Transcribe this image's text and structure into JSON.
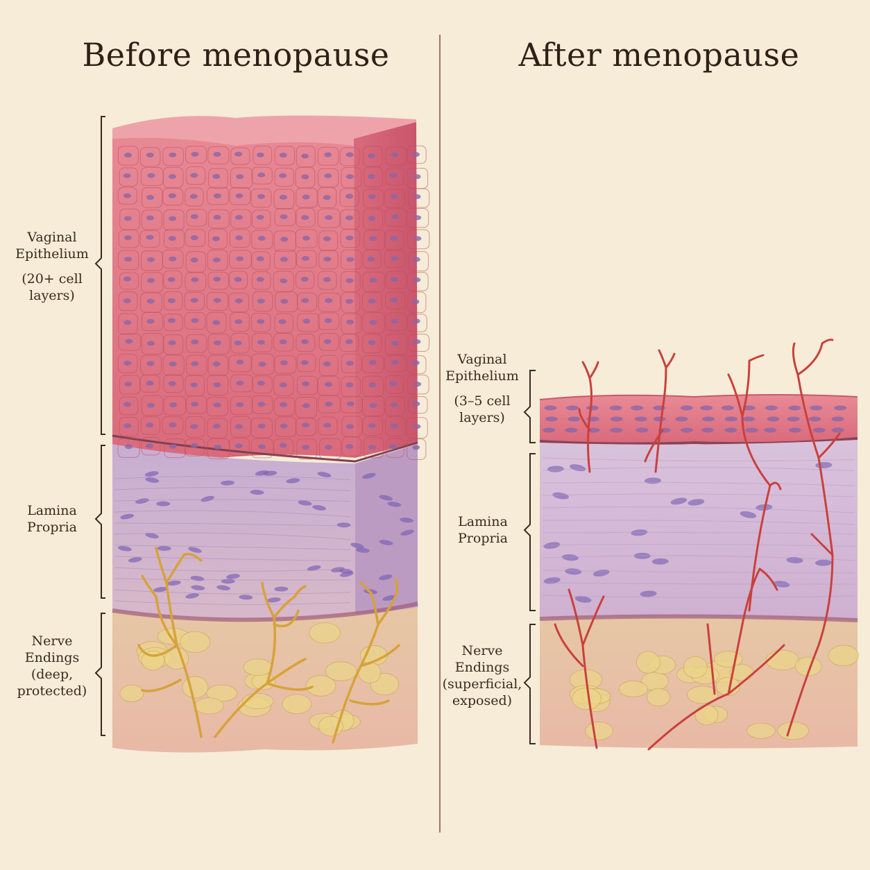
{
  "titles": {
    "before": "Before menopause",
    "after": "After menopause"
  },
  "before_labels": {
    "epithelium": [
      "Vaginal",
      "Epithelium"
    ],
    "epithelium_note": [
      "(20+ cell",
      "layers)"
    ],
    "lamina": [
      "Lamina",
      "Propria"
    ],
    "nerves": [
      "Nerve",
      "Endings",
      "(deep,",
      "protected)"
    ]
  },
  "after_labels": {
    "epithelium": [
      "Vaginal",
      "Epithelium"
    ],
    "epithelium_note": [
      "(3–5 cell",
      "layers)"
    ],
    "lamina": [
      "Lamina",
      "Propria"
    ],
    "nerves": [
      "Nerve",
      "Endings",
      "(superficial,",
      "exposed)"
    ]
  },
  "colors": {
    "background": "#f6ecd7",
    "epithelium": "#e27a88",
    "lamina": "#c9aed0",
    "fat": "#ecd58a",
    "nerve_before": "#d9a53a",
    "nerve_after": "#c9403c",
    "nucleus": "#8a67a8",
    "ink": "#3a2a1c"
  },
  "icons": {
    "bracket": "curly-bracket-icon",
    "nerve": "nerve-branch-icon",
    "cell": "cell-nucleus-icon"
  }
}
